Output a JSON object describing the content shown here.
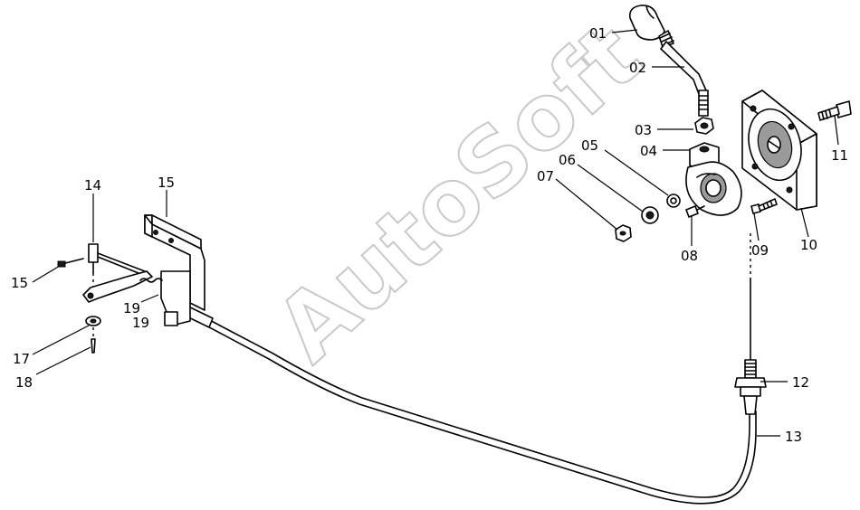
{
  "watermark": "AutoSoft",
  "callouts": {
    "c01": "01",
    "c02": "02",
    "c03": "03",
    "c04": "04",
    "c05": "05",
    "c06": "06",
    "c07": "07",
    "c08": "08",
    "c09": "09",
    "c10": "10",
    "c11": "11",
    "c12": "12",
    "c13": "13",
    "c14": "14",
    "c15a": "15",
    "c15b": "15",
    "c17": "17",
    "c18": "18",
    "c19a": "19",
    "c19b": "19"
  }
}
